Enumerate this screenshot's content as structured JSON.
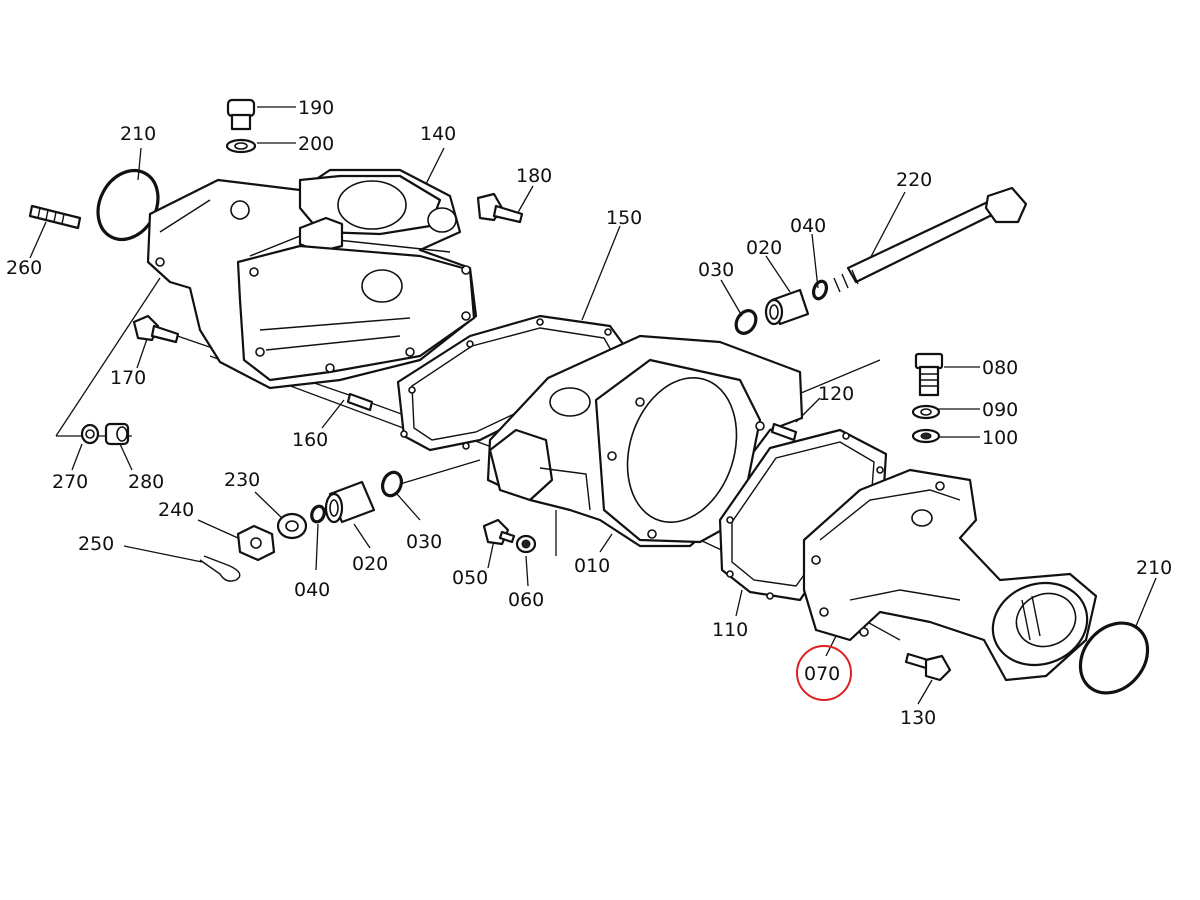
{
  "diagram": {
    "highlight_color": "#e02020",
    "highlighted_part": "070",
    "callouts": [
      {
        "id": "p190",
        "text": "190"
      },
      {
        "id": "p200",
        "text": "200"
      },
      {
        "id": "p210a",
        "text": "210"
      },
      {
        "id": "p140",
        "text": "140"
      },
      {
        "id": "p180",
        "text": "180"
      },
      {
        "id": "p260",
        "text": "260"
      },
      {
        "id": "p150",
        "text": "150"
      },
      {
        "id": "p220",
        "text": "220"
      },
      {
        "id": "p040a",
        "text": "040"
      },
      {
        "id": "p020a",
        "text": "020"
      },
      {
        "id": "p030a",
        "text": "030"
      },
      {
        "id": "p170",
        "text": "170"
      },
      {
        "id": "p080",
        "text": "080"
      },
      {
        "id": "p120",
        "text": "120"
      },
      {
        "id": "p090",
        "text": "090"
      },
      {
        "id": "p100",
        "text": "100"
      },
      {
        "id": "p160",
        "text": "160"
      },
      {
        "id": "p270",
        "text": "270"
      },
      {
        "id": "p280",
        "text": "280"
      },
      {
        "id": "p230",
        "text": "230"
      },
      {
        "id": "p240",
        "text": "240"
      },
      {
        "id": "p250",
        "text": "250"
      },
      {
        "id": "p030b",
        "text": "030"
      },
      {
        "id": "p040b",
        "text": "040"
      },
      {
        "id": "p020b",
        "text": "020"
      },
      {
        "id": "p050",
        "text": "050"
      },
      {
        "id": "p060",
        "text": "060"
      },
      {
        "id": "p010",
        "text": "010"
      },
      {
        "id": "p110",
        "text": "110"
      },
      {
        "id": "p210b",
        "text": "210"
      },
      {
        "id": "p070",
        "text": "070"
      },
      {
        "id": "p130",
        "text": "130"
      }
    ]
  }
}
